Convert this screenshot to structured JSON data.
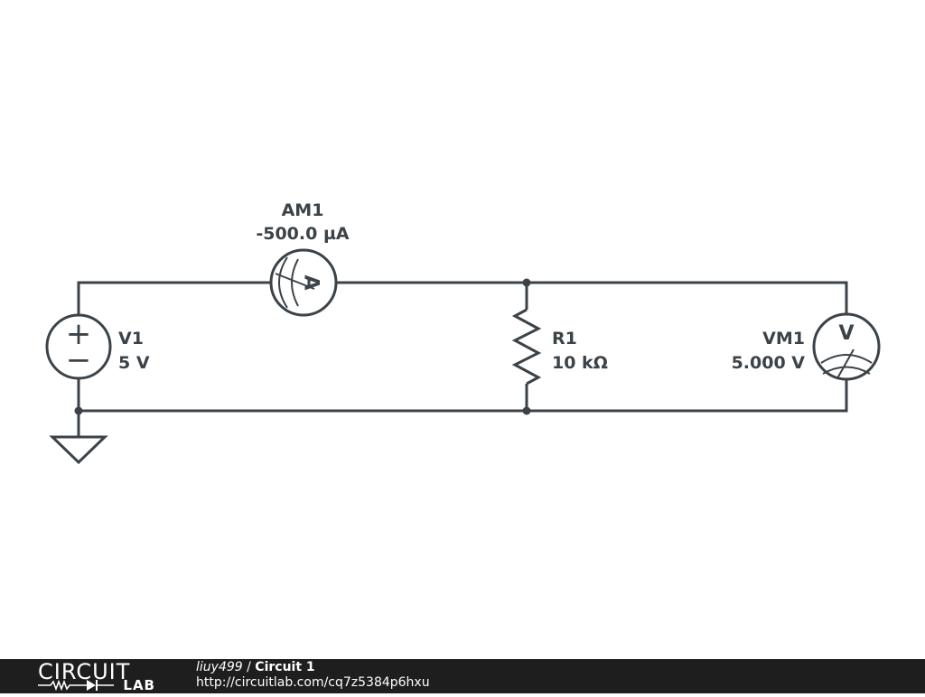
{
  "components": {
    "am1": {
      "name": "AM1",
      "value": "-500.0 µA",
      "symbol": "A"
    },
    "v1": {
      "name": "V1",
      "value": "5 V",
      "plus": "+",
      "minus": "−"
    },
    "r1": {
      "name": "R1",
      "value": "10 kΩ"
    },
    "vm1": {
      "name": "VM1",
      "value": "5.000 V",
      "symbol": "V"
    }
  },
  "footer": {
    "brand_top": "CIRCUIT",
    "brand_bottom": "LAB",
    "user": "liuy499",
    "separator": " / ",
    "title": "Circuit 1",
    "url": "http://circuitlab.com/cq7z5384p6hxu"
  },
  "colors": {
    "wire": "#3b4348",
    "footer_bg": "#1e1e1e",
    "background": "#ffffff"
  }
}
